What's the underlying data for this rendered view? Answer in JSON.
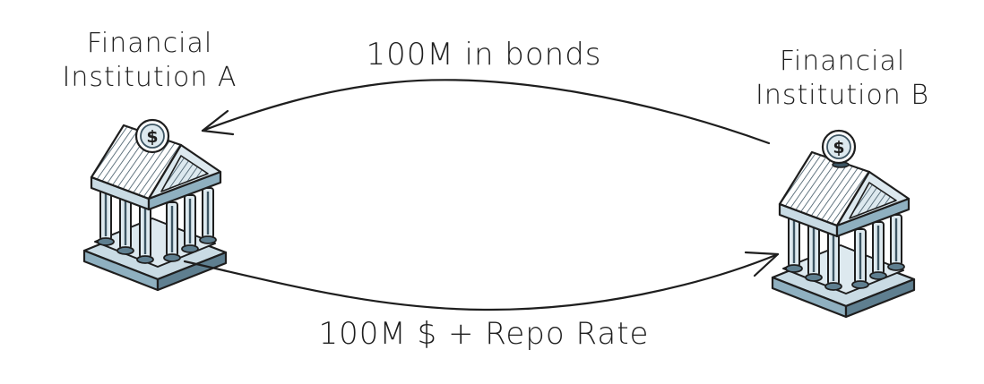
{
  "institution_a": {
    "line1": "Financial",
    "line2": "Institution A",
    "icon": "bank-icon",
    "coin_symbol": "$"
  },
  "institution_b": {
    "line1": "Financial",
    "line2": "Institution B",
    "icon": "bank-icon",
    "coin_symbol": "$"
  },
  "flows": {
    "top_label": "100M in bonds",
    "bottom_label": "100M $ + Repo Rate"
  },
  "colors": {
    "stroke": "#1e1e1e",
    "bank_fill": "#dde9ef",
    "bank_shade": "#8fb0c0",
    "bank_dark": "#3d5563",
    "coin_fill": "#ffffff"
  }
}
